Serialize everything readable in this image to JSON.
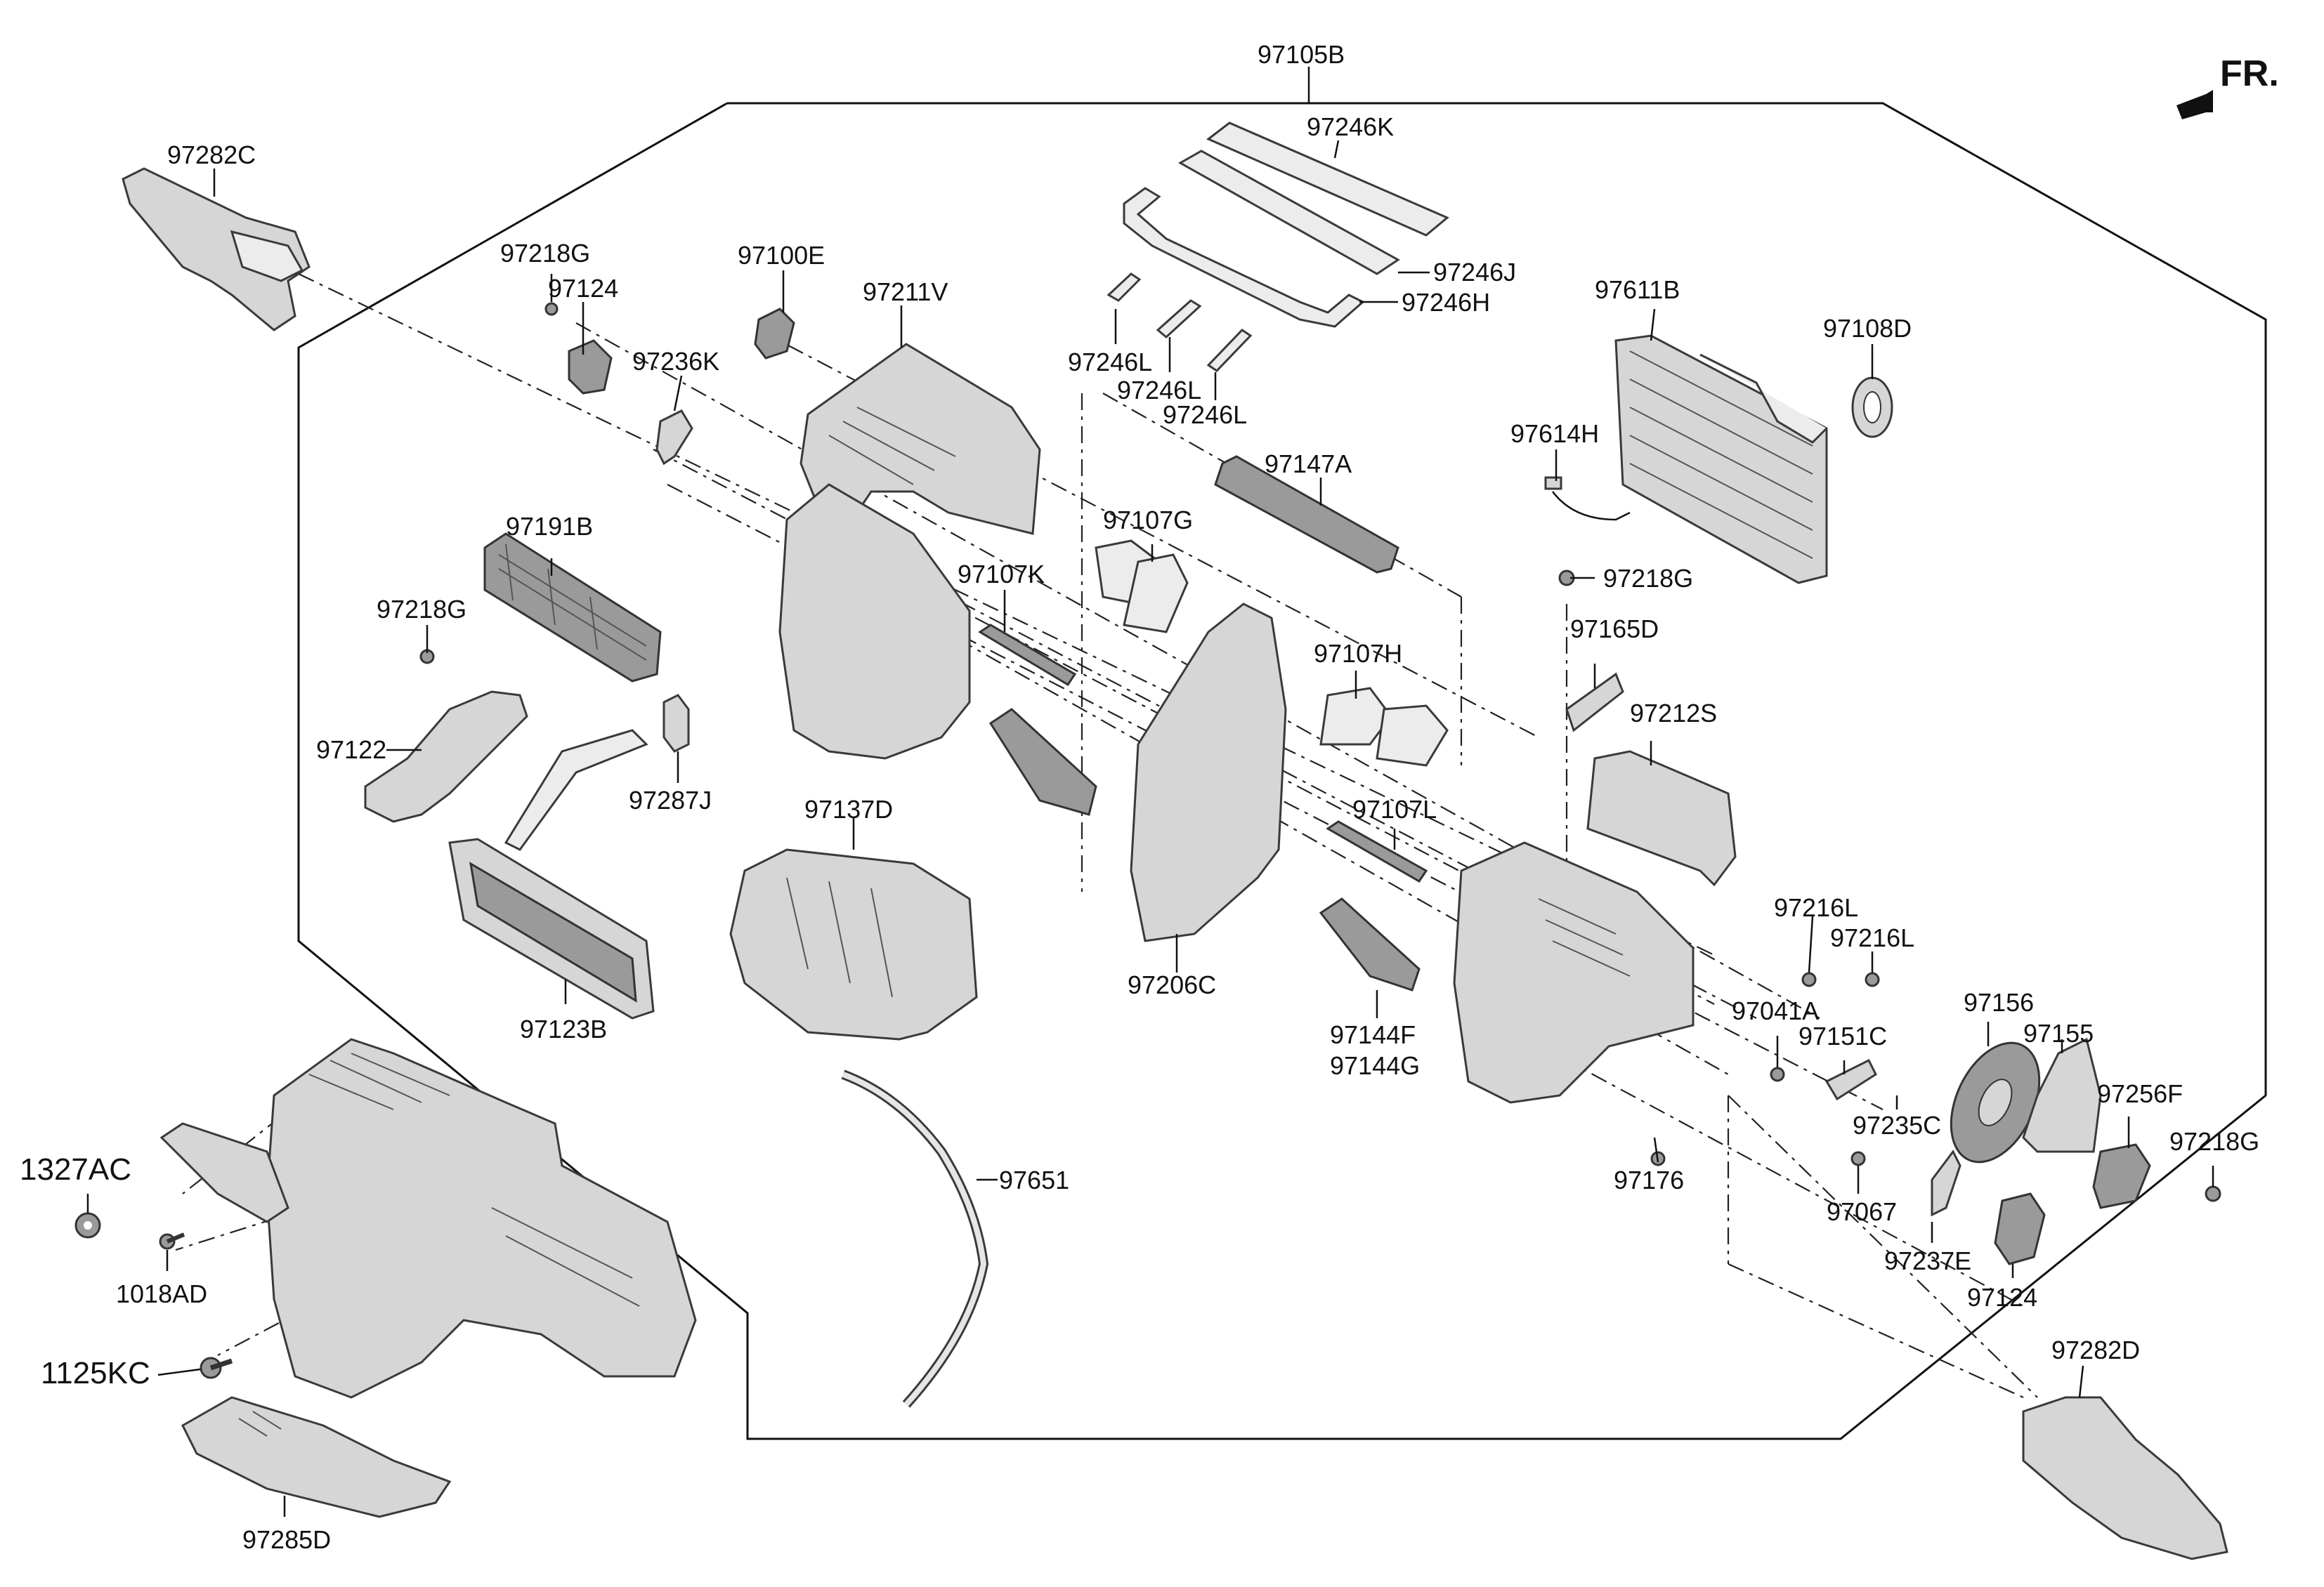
{
  "orientation": {
    "text": "FR."
  },
  "labels": {
    "assembly": "97105B",
    "p97246K": "97246K",
    "p97246J": "97246J",
    "p97246H": "97246H",
    "p97246L_a": "97246L",
    "p97246L_b": "97246L",
    "p97246L_c": "97246L",
    "p97282C": "97282C",
    "p97218G_a": "97218G",
    "p97124_a": "97124",
    "p97100E": "97100E",
    "p97211V": "97211V",
    "p97236K": "97236K",
    "p97611B": "97611B",
    "p97108D": "97108D",
    "p97614H": "97614H",
    "p97147A": "97147A",
    "p97107G": "97107G",
    "p97191B": "97191B",
    "p97107K": "97107K",
    "p97218G_b": "97218G",
    "p97218G_c": "97218G",
    "p97165D": "97165D",
    "p97107H": "97107H",
    "p97122": "97122",
    "p97287J": "97287J",
    "p97212S": "97212S",
    "p97137D": "97137D",
    "p97107L": "97107L",
    "p97216L_a": "97216L",
    "p97216L_b": "97216L",
    "p97206C": "97206C",
    "p97123B": "97123B",
    "p97144F": "97144F",
    "p97144G": "97144G",
    "p97041A": "97041A",
    "p97151C": "97151C",
    "p97156": "97156",
    "p97155": "97155",
    "p97256F": "97256F",
    "p97235C": "97235C",
    "p97218G_d": "97218G",
    "p1327AC": "1327AC",
    "p97651": "97651",
    "p97176": "97176",
    "p97067": "97067",
    "p97237E": "97237E",
    "p97124_b": "97124",
    "p1018AD": "1018AD",
    "p1125KC": "1125KC",
    "p97282D": "97282D",
    "p97285D": "97285D"
  }
}
